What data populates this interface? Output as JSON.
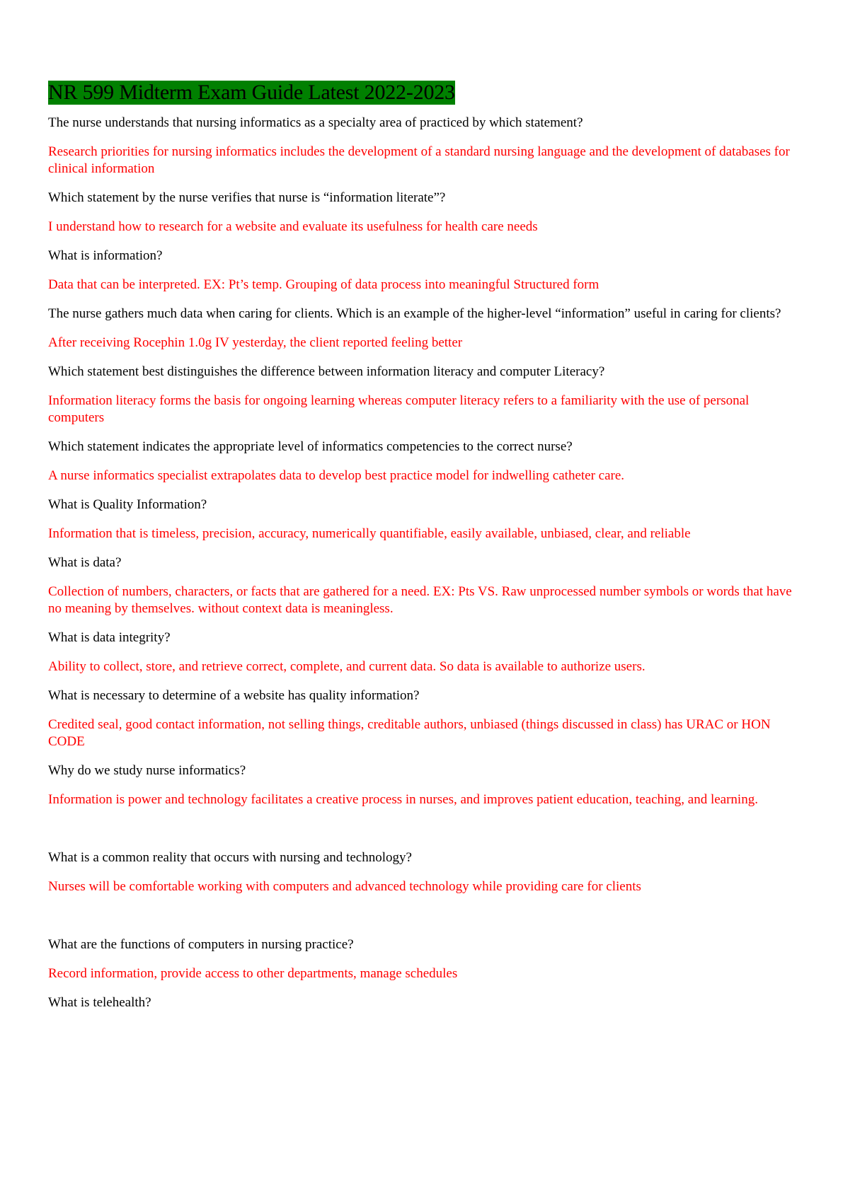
{
  "document": {
    "title": "NR 599 Midterm Exam Guide Latest 2022-2023",
    "qa": [
      {
        "question": "The nurse understands that nursing informatics as a specialty area of practiced by which statement?",
        "answer": "Research priorities for nursing informatics includes the development of a standard nursing language and the development of databases for clinical information"
      },
      {
        "question": "Which statement by the nurse verifies that nurse is “information literate”?",
        "answer": "I understand how to research for a website and evaluate its usefulness for health care needs"
      },
      {
        "question": "What is information?",
        "answer": "Data that can be interpreted. EX: Pt’s temp. Grouping of data process into meaningful Structured form"
      },
      {
        "question": "The nurse gathers much data when caring for clients. Which is an example of the higher-level “information” useful in caring for clients?",
        "answer": "After receiving Rocephin 1.0g IV yesterday, the client reported feeling better"
      },
      {
        "question": "Which statement best distinguishes the difference between information literacy and computer Literacy?",
        "answer": "Information literacy forms the basis for ongoing learning whereas computer literacy refers to a familiarity with the use of personal computers"
      },
      {
        "question": "Which statement indicates the appropriate level of informatics competencies to the correct nurse?",
        "answer": "A nurse informatics specialist extrapolates data to develop best practice model for indwelling catheter care."
      },
      {
        "question": "What is Quality Information?",
        "answer": "Information that is timeless, precision, accuracy, numerically quantifiable, easily available, unbiased, clear, and reliable"
      },
      {
        "question": "What is data?",
        "answer": "Collection of numbers, characters, or facts that are gathered for a need. EX: Pts VS. Raw unprocessed number symbols or words that have no meaning by themselves. without context data is meaningless."
      },
      {
        "question": "What is data integrity?",
        "answer": "Ability to collect, store, and retrieve correct, complete, and current data. So data is available to authorize users."
      },
      {
        "question": "What is necessary to determine of a website has quality information?",
        "answer": "Credited seal, good contact information, not selling things, creditable authors, unbiased (things discussed in class) has URAC or HON CODE"
      },
      {
        "question": "Why do we study nurse informatics?",
        "answer": "Information is power and technology facilitates a creative process in nurses, and improves patient education, teaching, and learning."
      },
      {
        "question": "What is a common reality that occurs with nursing and technology?",
        "answer": "Nurses will be comfortable working with computers and advanced technology while providing care for clients"
      },
      {
        "question": "What are the functions of computers in nursing practice?",
        "answer": "Record information, provide access to other departments, manage schedules"
      },
      {
        "question": "What is telehealth?"
      }
    ]
  }
}
